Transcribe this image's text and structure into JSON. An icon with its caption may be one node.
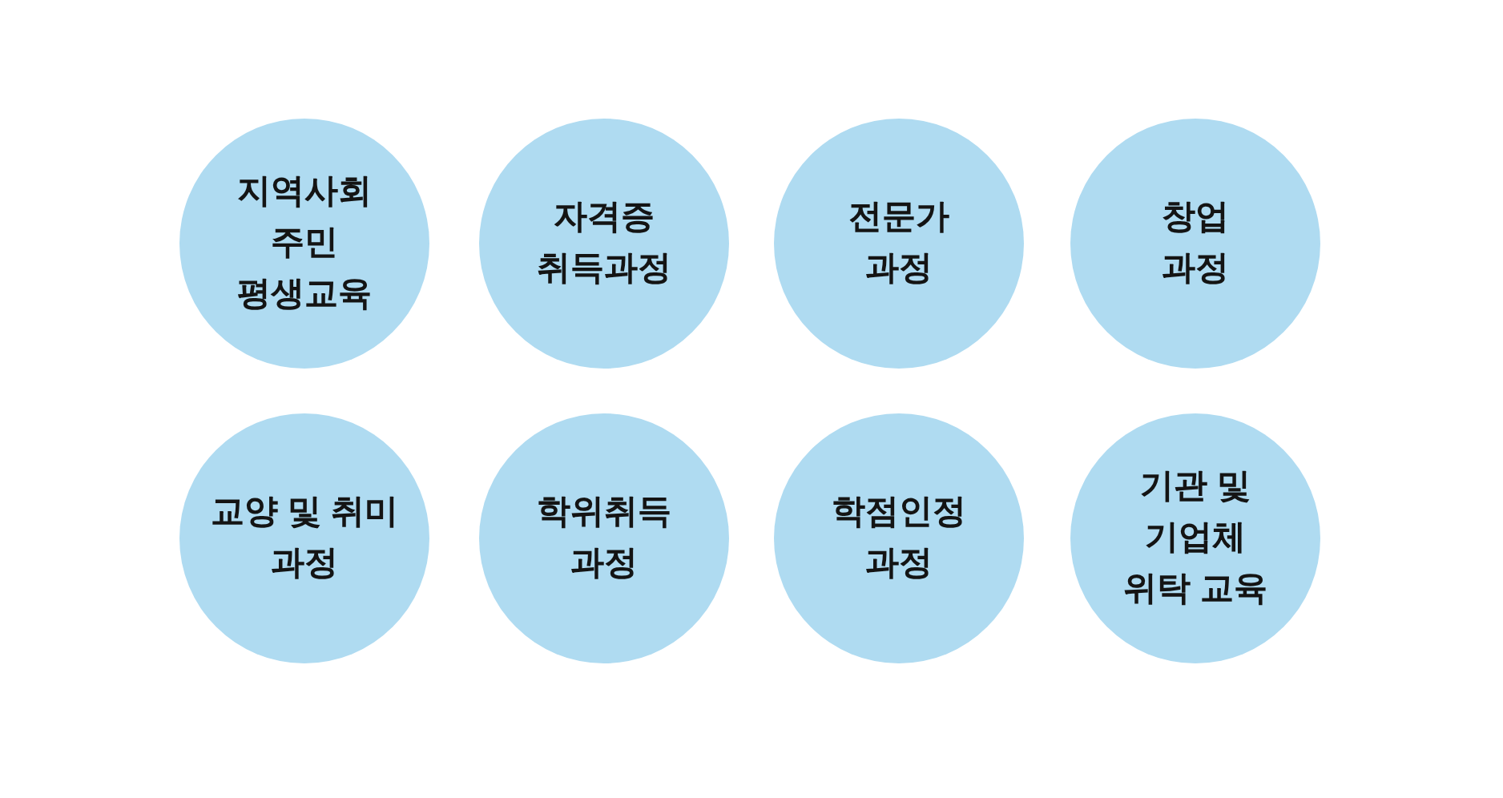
{
  "diagram": {
    "nodes": [
      {
        "text": [
          "지역사회 주민 평생교육"
        ]
      },
      {
        "text": [
          "자격증 취득과정"
        ]
      },
      {
        "text": [
          "전문가 과정"
        ]
      },
      {
        "text": [
          "창업 과정"
        ]
      },
      {
        "text": [
          "교양 및 취미 과정"
        ]
      },
      {
        "text": [
          "학위취득 과정"
        ]
      },
      {
        "text": [
          "학점인정 과정"
        ]
      },
      {
        "text": [
          "기관 및 기업체 위탁 교육"
        ]
      }
    ]
  }
}
